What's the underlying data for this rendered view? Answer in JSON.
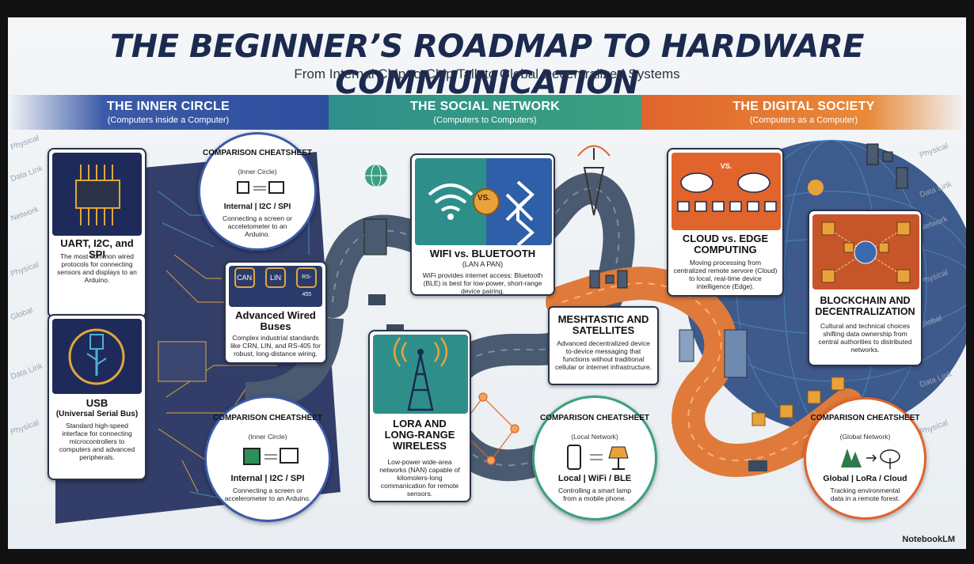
{
  "title": "THE BEGINNER’S ROADMAP TO HARDWARE COMMUNICATION",
  "subtitle": "From Internal Chip-to-Chip Talk to Global Decentralized Systems",
  "sections": [
    {
      "title": "THE INNER CIRCLE",
      "sub": "(Computers inside a Computer)"
    },
    {
      "title": "THE SOCIAL NETWORK",
      "sub": "(Computers to Computers)"
    },
    {
      "title": "THE DIGITAL SOCIETY",
      "sub": "(Computers as a Computer)"
    }
  ],
  "side_labels": {
    "left": [
      "Physical",
      "Data Link",
      "Network",
      "Physical",
      "Global",
      "Data Link",
      "Physical"
    ],
    "right": [
      "Physical",
      "Data Link",
      "Network",
      "Physical",
      "Global",
      "Data Link",
      "Physical"
    ]
  },
  "cards": {
    "uart": {
      "title": "UART, I2C, and SPI",
      "desc": "The most common wired protocols for connecting sensors and displays to an Arduino."
    },
    "usb": {
      "title": "USB",
      "title2": "(Universal Serial Bus)",
      "desc": "Standard high-speed interface for connecting microcontrollers to computers and advanced peripherals."
    },
    "wired_buses": {
      "title": "Advanced Wired Buses",
      "desc": "Complex industrial standards like CRN, LIN, and RS-405 for robust, long-distance wiring.",
      "icons": [
        "CAN",
        "LIN",
        "RS-455"
      ]
    },
    "wifi": {
      "title": "WIFI vs. BLUETOOTH",
      "sub": "(LAN A PAN)",
      "desc": "WiFi provides internet access: Bluetooth (BLE) is best for low-power, short-range device pairing.",
      "vs": "VS."
    },
    "meshtastic": {
      "title": "MESHTASTIC AND SATELLITES",
      "desc": "Advanced decentralized device to-device messaging that functions without traditional cellular or internet infrastructure."
    },
    "lora": {
      "title": "LORA AND LONG-RANGE WIRELESS",
      "desc": "Low-power wide-area networks (NAN) capable of kilomolers-long commanication for remote sensors."
    },
    "cloud": {
      "title": "CLOUD vs. EDGE COMPUTING",
      "desc": "Moving processing from centralized remote servore (Cloud) to local, real-time device intelligence (Edge).",
      "vs": "VS."
    },
    "blockchain": {
      "title": "BLOCKCHAIN AND DECENTRALIZATION",
      "desc": "Cultural and technical choices shifting data ownership from central authorities to distributed networks."
    }
  },
  "cheatsheets": [
    {
      "head": "COMPARISON CHEATSHEET",
      "sub": "(Inner Circle)",
      "label": "Internal  |  I2C / SPI",
      "example": "Connecting a screen or acceletometer to an Arduino."
    },
    {
      "head": "COMPARISON CHEATSHEET",
      "sub": "(Inner Circle)",
      "label": "Internal  |  I2C / SPI",
      "example": "Connecting a screen or accelerometer to an Arduino."
    },
    {
      "head": "COMPARISON CHEATSHEET",
      "sub": "(Local Network)",
      "label": "Local  |  WiFi / BLE",
      "example": "Controlling a smart lamp from a mobile phone."
    },
    {
      "head": "COMPARISON CHEATSHEET",
      "sub": "(Global Network)",
      "label": "Global  |  LoRa / Cloud",
      "example": "Tracking environmental data in a remote forest."
    }
  ],
  "watermark": "NotebookLM",
  "colors": {
    "navy": "#1b2a4e",
    "inner": "#3b5aa8",
    "social": "#2e8f8a",
    "society": "#e0642c",
    "road": "#5a6b80",
    "road_orange": "#e07a3a"
  }
}
